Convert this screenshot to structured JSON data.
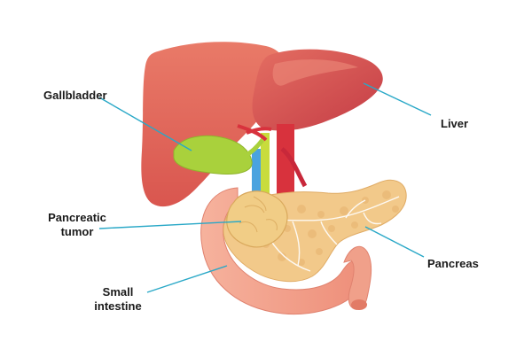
{
  "labels": {
    "gallbladder": "Gallbladder",
    "liver": "Liver",
    "pancreatic_tumor": [
      "Pancreatic",
      "tumor"
    ],
    "pancreas": "Pancreas",
    "small_intestine": [
      "Small",
      "intestine"
    ]
  },
  "colors": {
    "liver": "#e46a5c",
    "liver_dark": "#c9474a",
    "gallbladder": "#a9d13c",
    "pancreas": "#f2c98a",
    "tumor": "#f1cd86",
    "intestine": "#f3a38a",
    "aorta": "#d8323d",
    "vein": "#4aa3df",
    "duct": "#c8dc3c",
    "leader_line": "#29a8c7",
    "text": "#1a1a1a"
  }
}
